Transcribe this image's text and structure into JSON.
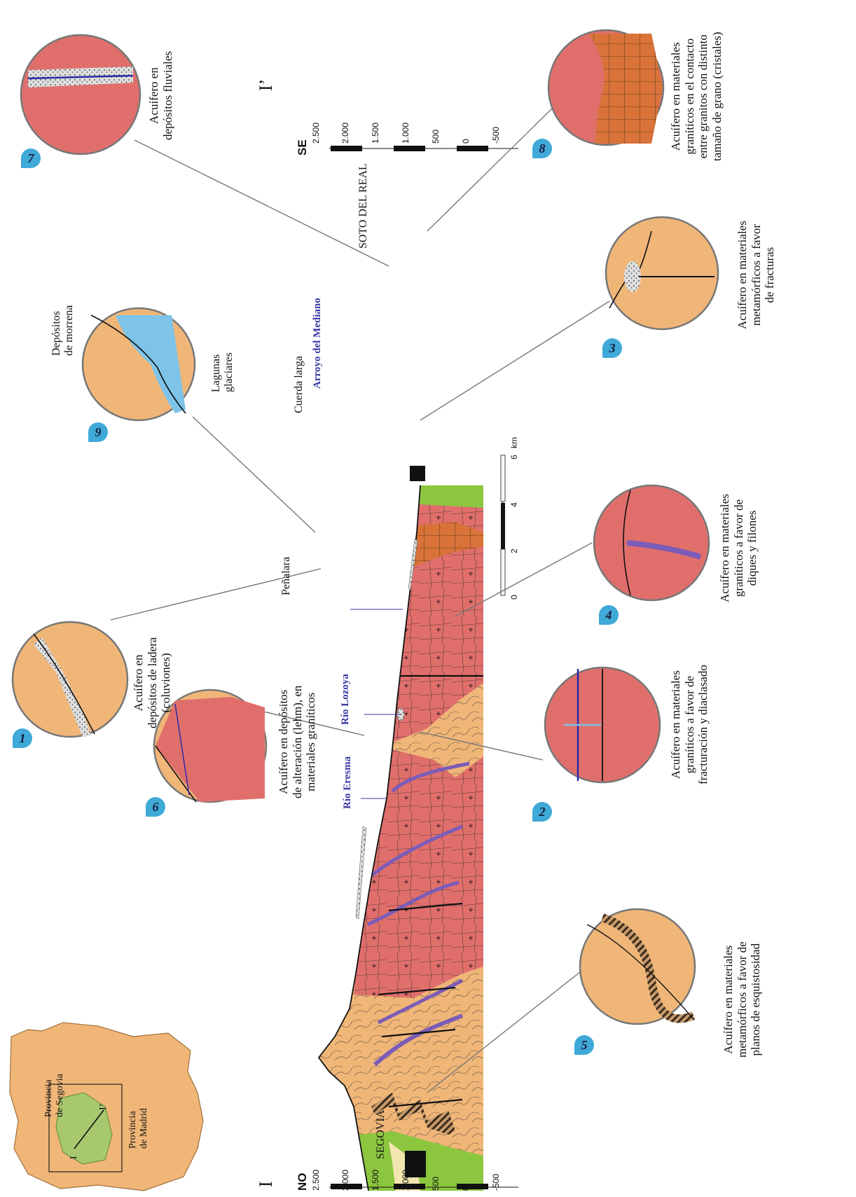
{
  "inset_map": {
    "provincia_segovia": "Provincia\nde Segovia",
    "provincia_madrid": "Provincia\nde Madrid",
    "section_start": "I",
    "section_end": "I’"
  },
  "section": {
    "start_label": "I",
    "end_label": "I’",
    "orientation_start": "NO",
    "orientation_end": "SE",
    "elevation_ticks": [
      "2.500",
      "2.000",
      "1.500",
      "1.000",
      "500",
      "0",
      "-500"
    ],
    "scale_ticks": [
      "0",
      "2",
      "4",
      "6"
    ],
    "scale_unit": "km",
    "places": {
      "segovia": "SEGOVIA",
      "penalara": "Peñalara",
      "cuerda_larga": "Cuerda larga",
      "soto_del_real": "SOTO DEL REAL",
      "depositos_morrena": "Depósitos\nde morrena",
      "lagunas": "Lagunas\nglaciares"
    },
    "rivers": {
      "eresma": "Río Eresma",
      "lozoya": "Río Lozoya",
      "mediano": "Arroyo del Mediano"
    }
  },
  "aquifers": [
    {
      "number": "1",
      "caption": "Acuífero en\ndepósitos de ladera\n(coluviones)"
    },
    {
      "number": "2",
      "caption": "Acuífero en materiales\ngraníticos a favor de\nfracturación y diaclasado"
    },
    {
      "number": "3",
      "caption": "Acuífero en materiales\nmetamórficos a favor\nde fracturas"
    },
    {
      "number": "4",
      "caption": "Acuífero en materiales\ngraníticos a favor de\ndiques y filones"
    },
    {
      "number": "5",
      "caption": "Acuífero en materiales\nmetamórficos a favor de\nplanos de esquistosidad"
    },
    {
      "number": "6",
      "caption": "Acuífero en depósitos\nde alteración (lehm), en\nmateriales graníticos"
    },
    {
      "number": "7",
      "caption": "Acuífero en\ndepósitos fluviales"
    },
    {
      "number": "8",
      "caption": "Acuífero en materiales\ngraníticos en el contacto\nentre granitos con distinto\ntamaño de grano (cristales)"
    },
    {
      "number": "9",
      "caption": ""
    }
  ],
  "colors": {
    "metamorphic": "#f0b678",
    "granite": "#e06f6c",
    "granite_coarse": "#d9733a",
    "sediment": "#8cc63f",
    "water": "#7ec4e8",
    "dike": "#7c5cb8",
    "label_blue": "#3a3aa6",
    "badge": "#3fa9d8"
  }
}
